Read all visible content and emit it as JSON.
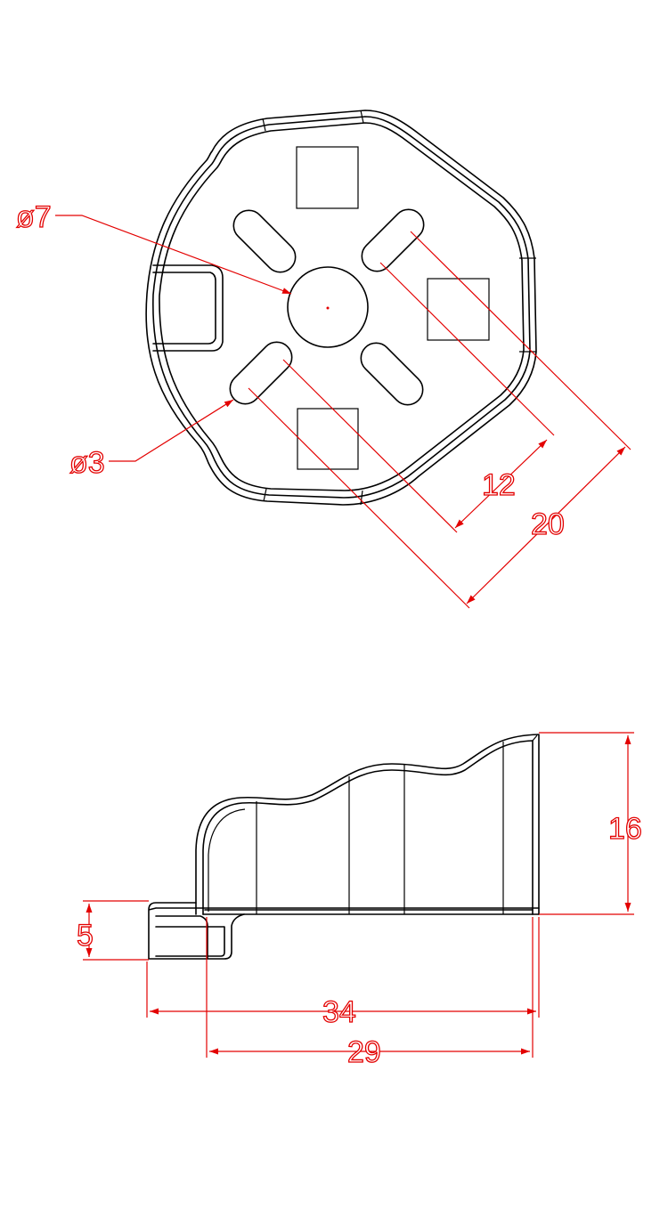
{
  "drawing": {
    "line_color": "#000000",
    "dimension_color": "#e30000",
    "top_view": {
      "labels": {
        "center_hole_diameter": "ø7",
        "slot_diameter": "ø3",
        "inner_slot_span": "12",
        "outer_slot_span": "20"
      }
    },
    "side_view": {
      "labels": {
        "height": "16",
        "tab_thickness": "5",
        "overall_length": "34",
        "body_length": "29"
      }
    }
  }
}
